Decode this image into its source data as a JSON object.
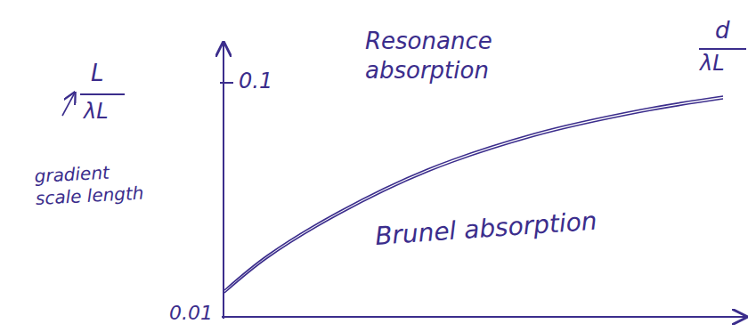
{
  "diagram": {
    "labels": [
      "L",
      "λL",
      "gradient scale length",
      "0.1",
      "0.01",
      "Resonance absorption",
      "Brunel absorption",
      "d",
      "λL"
    ]
  }
}
